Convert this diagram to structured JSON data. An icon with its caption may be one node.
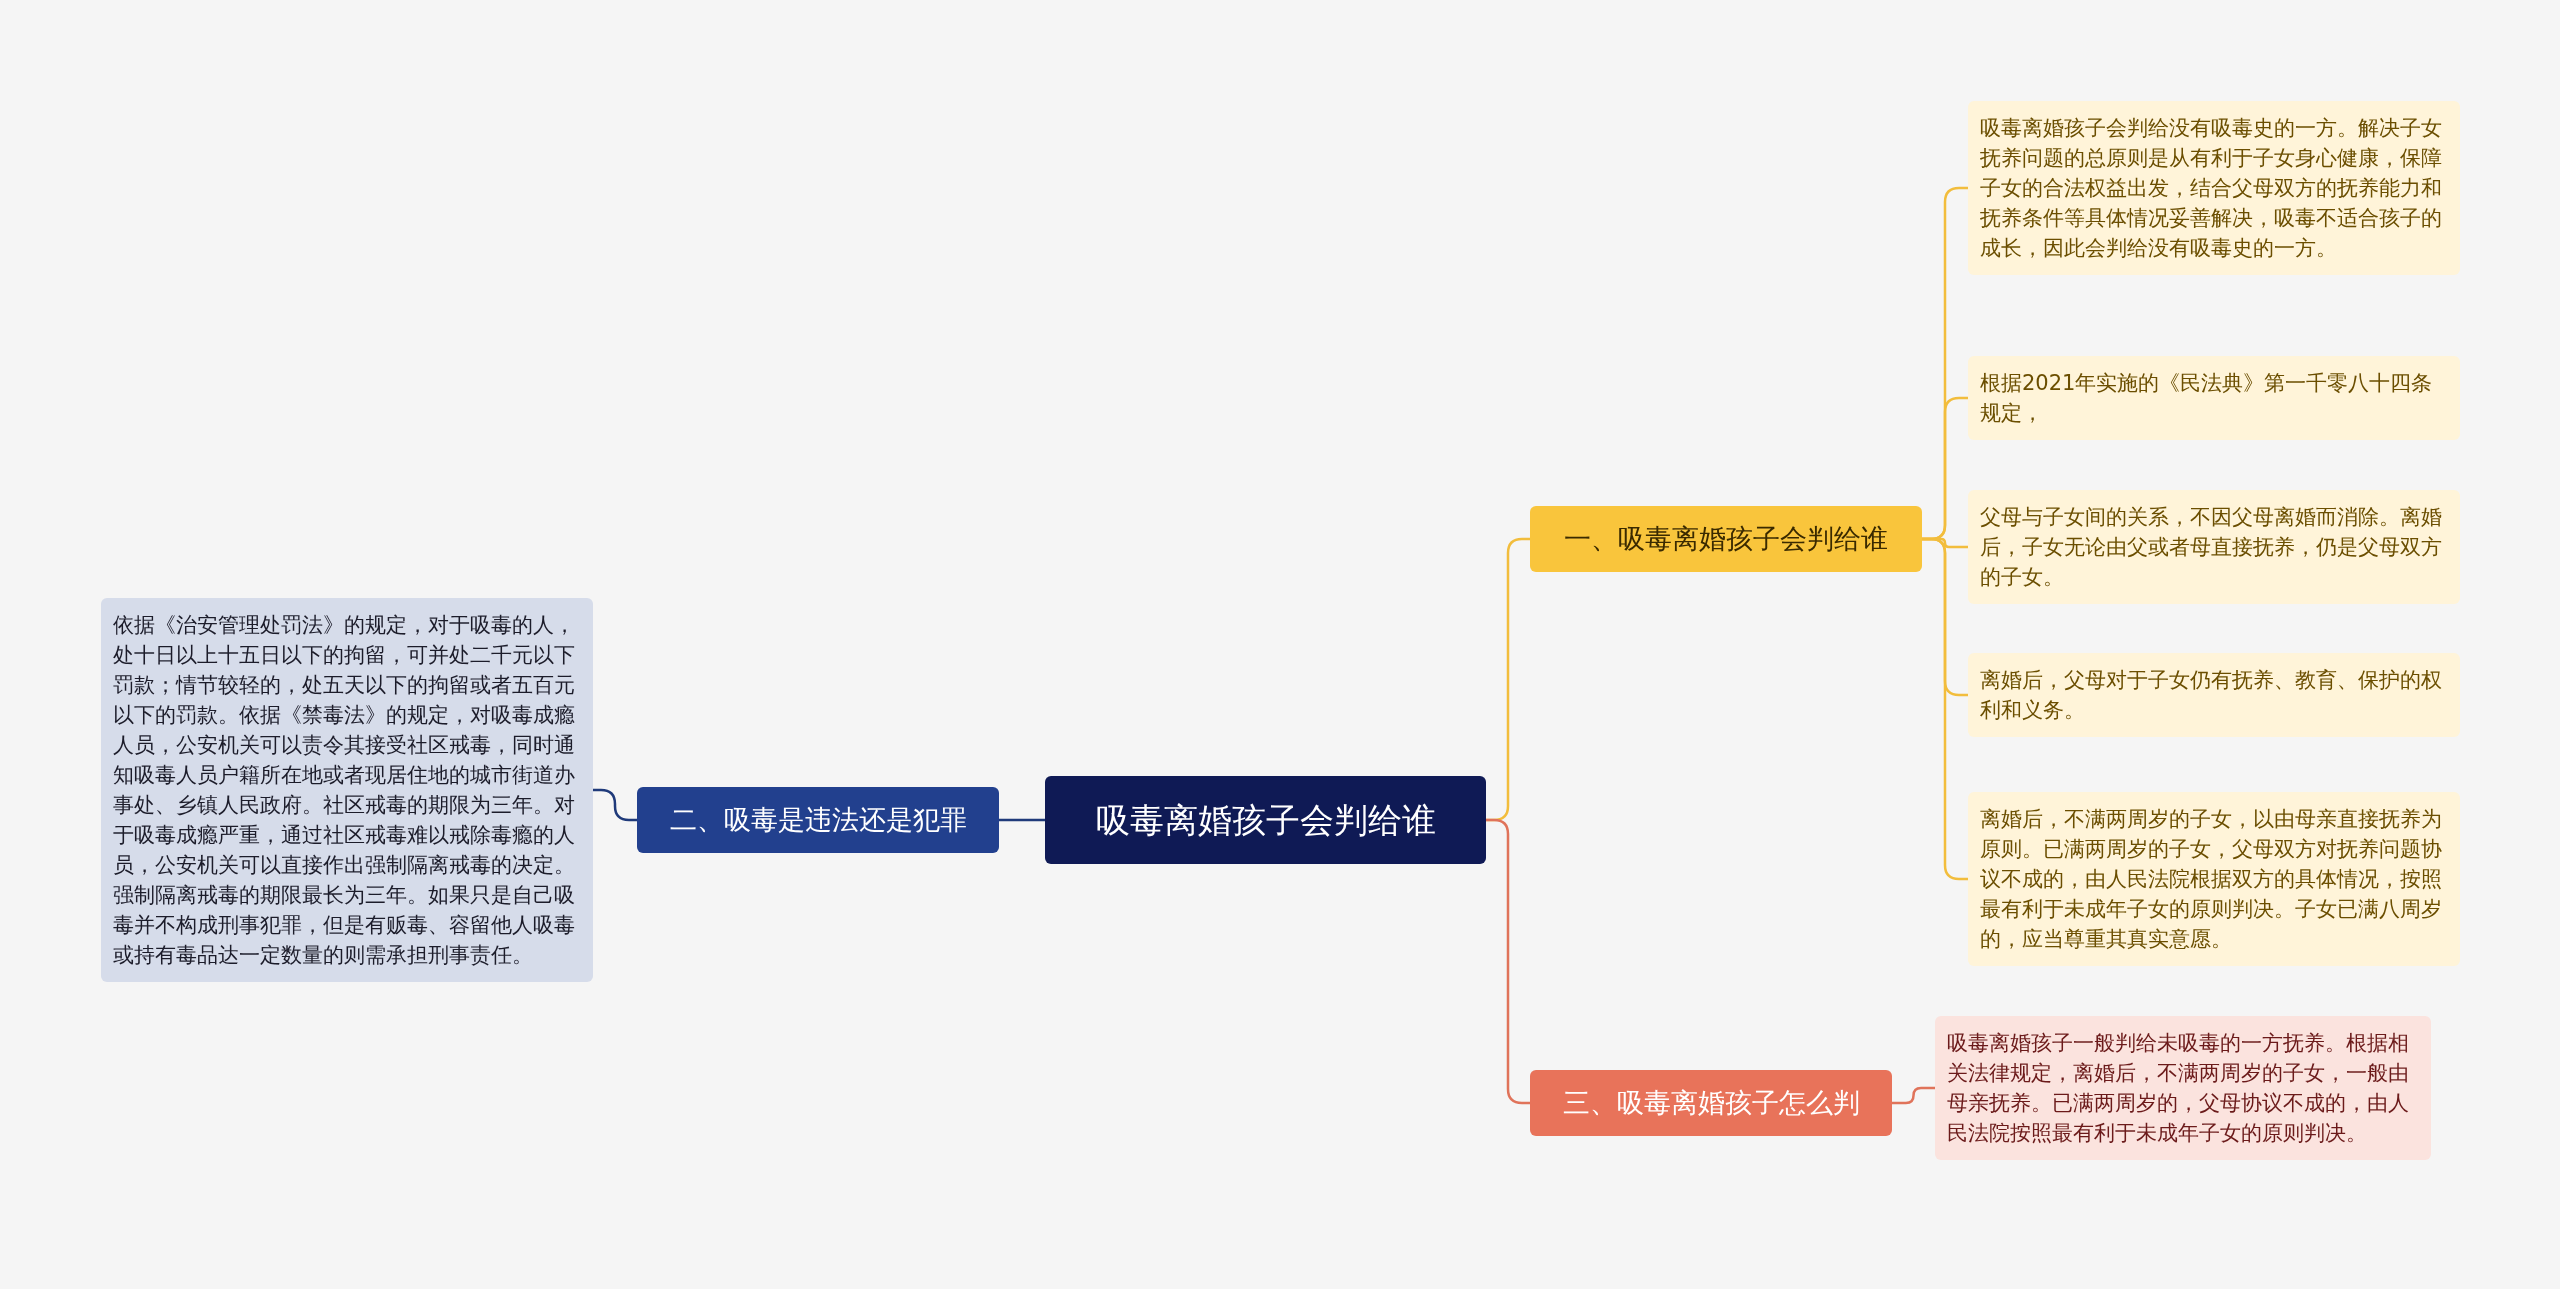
{
  "diagram": {
    "nodes": [
      {
        "text": [
          "吸毒离婚孩子会判给谁"
        ]
      },
      {
        "text": [
          "一、吸毒离婚孩子会判给谁"
        ]
      },
      {
        "text": [
          "吸毒离婚孩子会判给没有吸毒史的一方。解决子女抚养问题的总原则是从有利于子女身心健康，保障子女的合法权益出发，结合父母双方的抚养能力和抚养条件等具体情况妥善解决，吸毒不适合孩子的成长，因此会判给没有吸毒史的一方。"
        ]
      },
      {
        "text": [
          "根据2021年实施的《民法典》第一千零八十四条规定，"
        ]
      },
      {
        "text": [
          "父母与子女间的关系，不因父母离婚而消除。离婚后，子女无论由父或者母直接抚养，仍是父母双方的子女。"
        ]
      },
      {
        "text": [
          "离婚后，父母对于子女仍有抚养、教育、保护的权利和义务。"
        ]
      },
      {
        "text": [
          "离婚后，不满两周岁的子女，以由母亲直接抚养为原则。已满两周岁的子女，父母双方对抚养问题协议不成的，由人民法院根据双方的具体情况，按照最有利于未成年子女的原则判决。子女已满八周岁的，应当尊重其真实意愿。"
        ]
      },
      {
        "text": [
          "二、吸毒是违法还是犯罪"
        ]
      },
      {
        "text": [
          "依据《治安管理处罚法》的规定，对于吸毒的人，处十日以上十五日以下的拘留，可并处二千元以下罚款；情节较轻的，处五天以下的拘留或者五百元以下的罚款。依据《禁毒法》的规定，对吸毒成瘾人员，公安机关可以责令其接受社区戒毒，同时通知吸毒人员户籍所在地或者现居住地的城市街道办事处、乡镇人民政府。社区戒毒的期限为三年。对于吸毒成瘾严重，通过社区戒毒难以戒除毒瘾的人员，公安机关可以直接作出强制隔离戒毒的决定。强制隔离戒毒的期限最长为三年。如果只是自己吸毒并不构成刑事犯罪，但是有贩毒、容留他人吸毒或持有毒品达一定数量的则需承担刑事责任。"
        ]
      },
      {
        "text": [
          "三、吸毒离婚孩子怎么判"
        ]
      },
      {
        "text": [
          "吸毒离婚孩子一般判给未吸毒的一方抚养。根据相关法律规定，离婚后，不满两周岁的子女，一般由母亲抚养。已满两周岁的，父母协议不成的，由人民法院按照最有利于未成年子女的原则判决。"
        ]
      }
    ],
    "edges": [
      {
        "from": 0,
        "to": 1,
        "arrow": "none"
      },
      {
        "from": 1,
        "to": 2,
        "arrow": "none"
      },
      {
        "from": 1,
        "to": 3,
        "arrow": "none"
      },
      {
        "from": 1,
        "to": 4,
        "arrow": "none"
      },
      {
        "from": 1,
        "to": 5,
        "arrow": "none"
      },
      {
        "from": 1,
        "to": 6,
        "arrow": "none"
      },
      {
        "from": 0,
        "to": 7,
        "arrow": "none",
        "color": "#1f3a7a"
      },
      {
        "from": 7,
        "to": 8,
        "arrow": "none",
        "color": "#1f3a7a"
      },
      {
        "from": 0,
        "to": 9,
        "arrow": "none",
        "color": "#e0735a"
      },
      {
        "from": 9,
        "to": 10,
        "arrow": "none",
        "color": "#e0735a"
      }
    ]
  }
}
